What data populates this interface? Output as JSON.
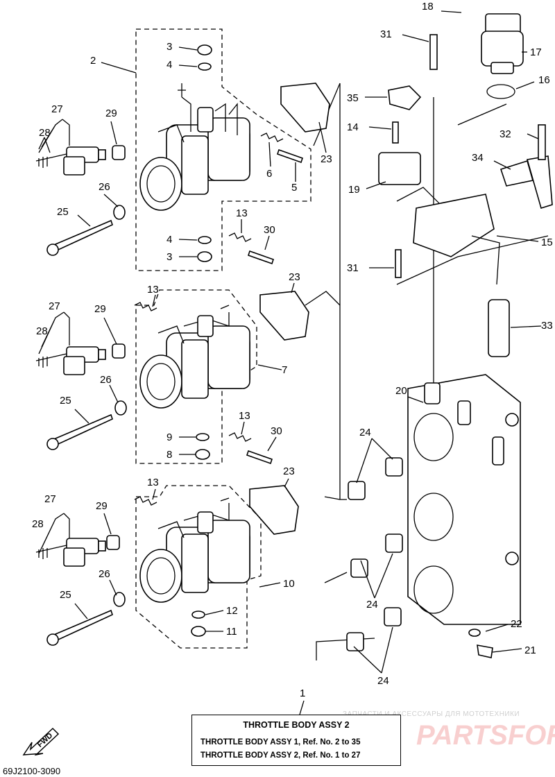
{
  "diagram_code": "69J2100-3090",
  "fwd_label": "FWD",
  "title_box": {
    "title": "THROTTLE BODY ASSY 2",
    "line1": "THROTTLE BODY ASSY 1, Ref. No. 2 to 35",
    "line2": "THROTTLE BODY ASSY 2, Ref. No. 1 to 27"
  },
  "watermark": {
    "caption": "ЗАПЧАСТИ И АКСЕССУАРЫ ДЛЯ МОТОТЕХНИКИ",
    "brand": "PARTSFOR.RU"
  },
  "callouts": {
    "c1": "1",
    "c2": "2",
    "c3a": "3",
    "c3b": "3",
    "c4a": "4",
    "c4b": "4",
    "c5": "5",
    "c6": "6",
    "c7": "7",
    "c8": "8",
    "c9": "9",
    "c10": "10",
    "c11": "11",
    "c12": "12",
    "c13a": "13",
    "c13b": "13",
    "c13c": "13",
    "c13d": "13",
    "c14": "14",
    "c15": "15",
    "c16": "16",
    "c17": "17",
    "c18": "18",
    "c19": "19",
    "c20": "20",
    "c21": "21",
    "c22": "22",
    "c23a": "23",
    "c23b": "23",
    "c23c": "23",
    "c24a": "24",
    "c24b": "24",
    "c24c": "24",
    "c25a": "25",
    "c25b": "25",
    "c25c": "25",
    "c26a": "26",
    "c26b": "26",
    "c26c": "26",
    "c27a": "27",
    "c27b": "27",
    "c27c": "27",
    "c28a": "28",
    "c28b": "28",
    "c28c": "28",
    "c29a": "29",
    "c29b": "29",
    "c29c": "29",
    "c30a": "30",
    "c30b": "30",
    "c31a": "31",
    "c31b": "31",
    "c32": "32",
    "c33": "33",
    "c34": "34",
    "c35": "35"
  }
}
